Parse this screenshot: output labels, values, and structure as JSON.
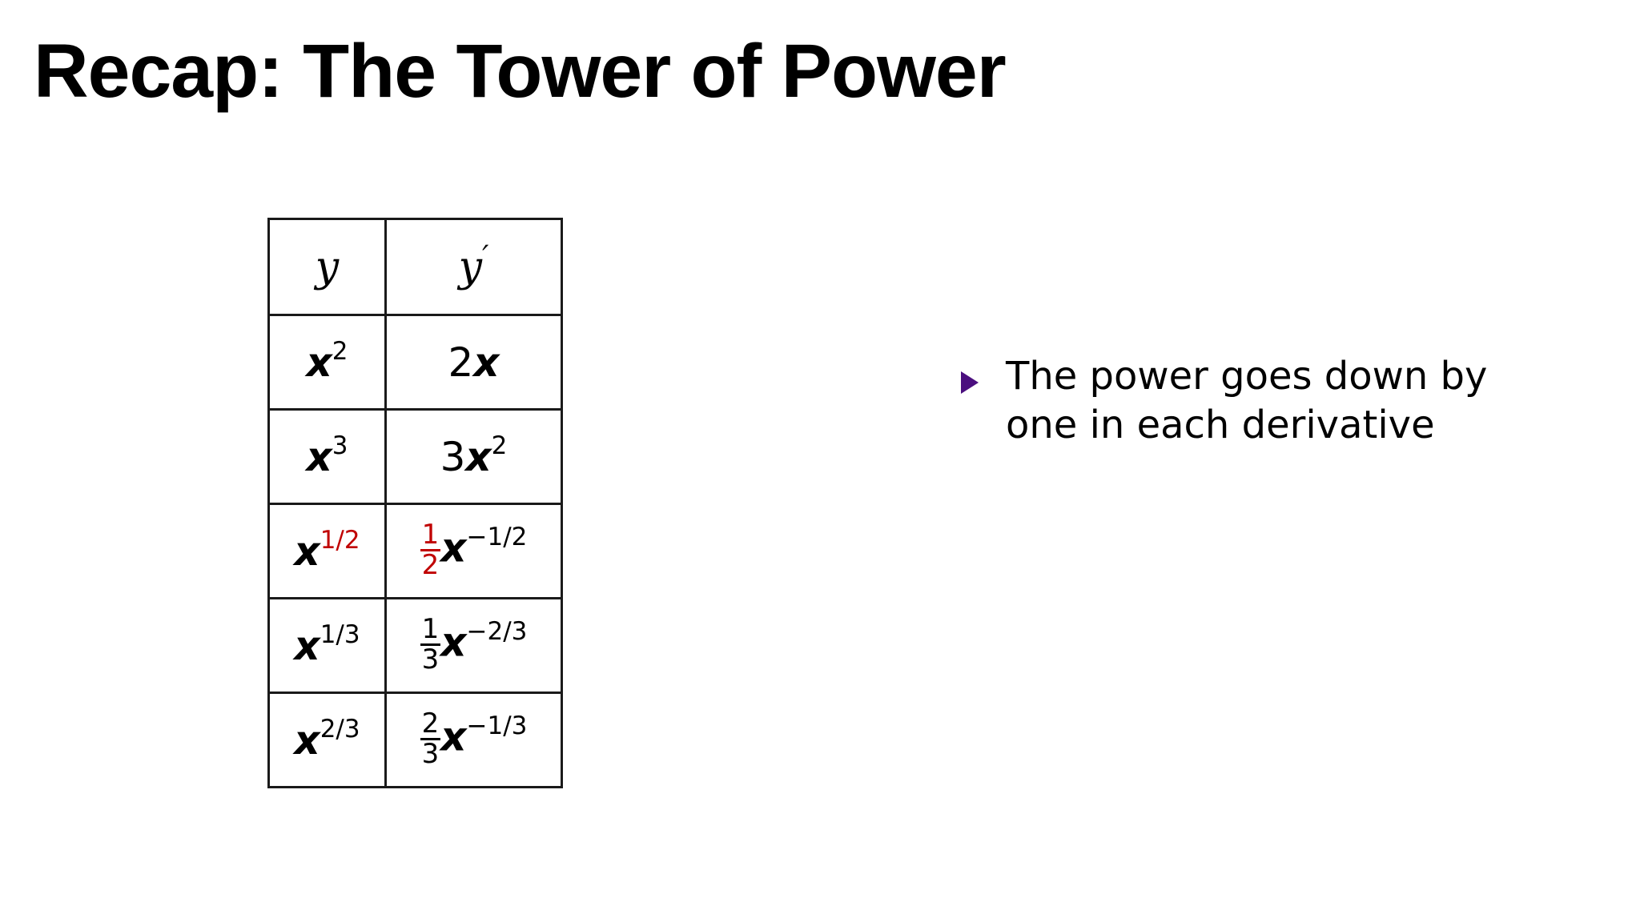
{
  "slide": {
    "title": "Recap: The Tower of Power",
    "background_color": "#FFFFFF"
  },
  "table": {
    "name": "derivative-table",
    "border_color": "#1A1A1A",
    "headers": {
      "left": "y",
      "left_plain": "y",
      "right_base": "y",
      "right_prime": "′",
      "right_plain": "y′"
    },
    "rows": [
      {
        "y": {
          "plain": "x^2",
          "base": "x",
          "exponent": "2",
          "base_color": "#000000",
          "exponent_color": "#000000"
        },
        "yprime": {
          "plain": "2x",
          "coefficient": "2",
          "coefficient_type": "inline",
          "base": "x",
          "exponent": "",
          "coefficient_color": "#000000",
          "base_color": "#000000",
          "exponent_color": "#000000"
        }
      },
      {
        "y": {
          "plain": "x^3",
          "base": "x",
          "exponent": "3",
          "base_color": "#000000",
          "exponent_color": "#000000"
        },
        "yprime": {
          "plain": "3x^2",
          "coefficient": "3",
          "coefficient_type": "inline",
          "base": "x",
          "exponent": "2",
          "coefficient_color": "#000000",
          "base_color": "#000000",
          "exponent_color": "#000000"
        }
      },
      {
        "y": {
          "plain": "x^1/2",
          "base": "x",
          "exponent": "1/2",
          "base_color": "#000000",
          "exponent_color": "#C00000"
        },
        "yprime": {
          "plain": "1/2 x^-1/2",
          "coefficient_numerator": "1",
          "coefficient_denominator": "2",
          "coefficient_type": "fraction",
          "base": "x",
          "exponent": "−1/2",
          "coefficient_color": "#C00000",
          "base_color": "#000000",
          "exponent_color": "#000000"
        }
      },
      {
        "y": {
          "plain": "x^1/3",
          "base": "x",
          "exponent": "1/3",
          "base_color": "#000000",
          "exponent_color": "#000000"
        },
        "yprime": {
          "plain": "1/3 x^-2/3",
          "coefficient_numerator": "1",
          "coefficient_denominator": "3",
          "coefficient_type": "fraction",
          "base": "x",
          "exponent": "−2/3",
          "coefficient_color": "#000000",
          "base_color": "#000000",
          "exponent_color": "#000000"
        }
      },
      {
        "y": {
          "plain": "x^2/3",
          "base": "x",
          "exponent": "2/3",
          "base_color": "#000000",
          "exponent_color": "#000000"
        },
        "yprime": {
          "plain": "2/3 x^-1/3",
          "coefficient_numerator": "2",
          "coefficient_denominator": "3",
          "coefficient_type": "fraction",
          "base": "x",
          "exponent": "−1/3",
          "coefficient_color": "#000000",
          "base_color": "#000000",
          "exponent_color": "#000000"
        }
      }
    ]
  },
  "bullets": [
    {
      "marker": "triangle-right",
      "marker_color": "#4B0F7F",
      "text": "The power goes down by one in each derivative"
    }
  ]
}
